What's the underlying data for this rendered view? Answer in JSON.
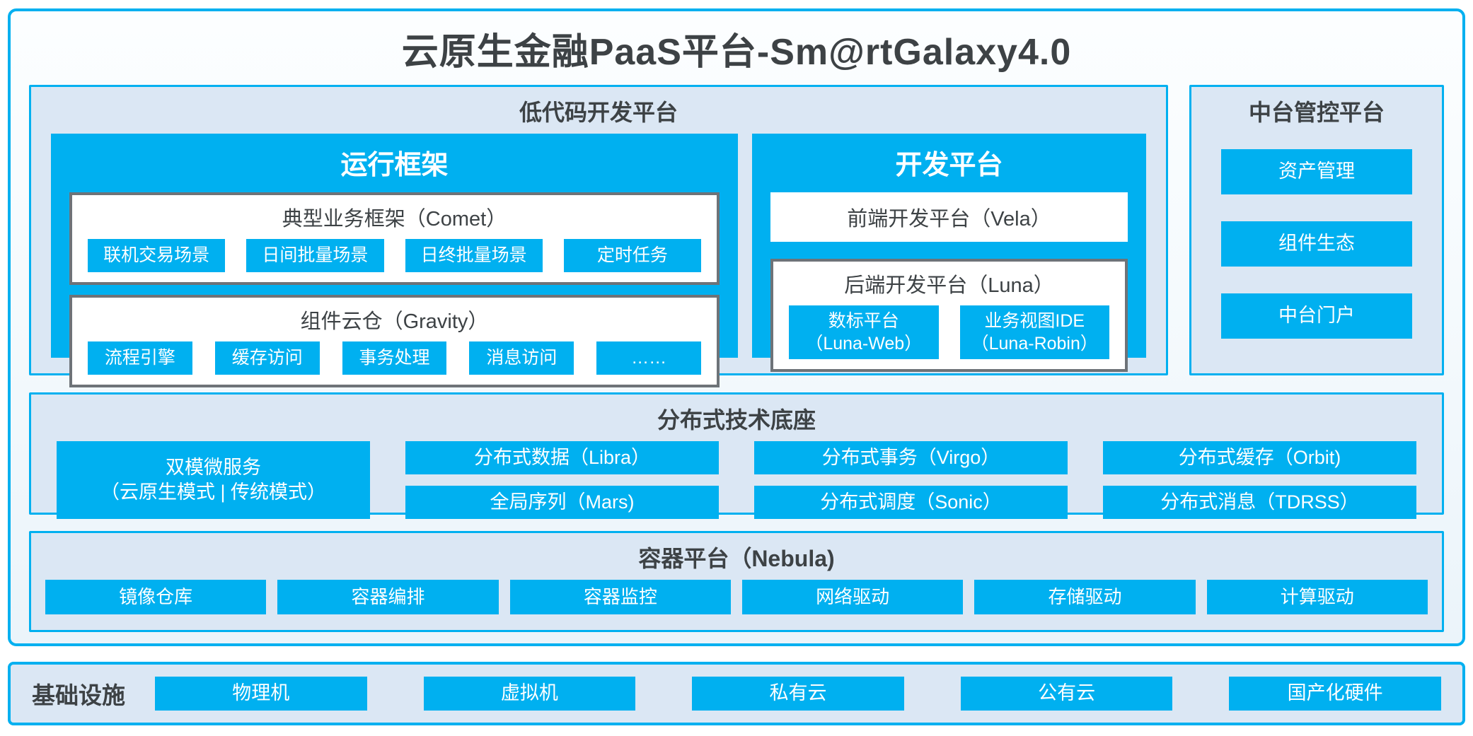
{
  "title": "云原生金融PaaS平台-Sm@rtGalaxy4.0",
  "colors": {
    "accent_blue": "#00b0f0",
    "panel_background": "#dbe7f4",
    "gray_border": "#6e7378",
    "dark_text": "#3d4245",
    "chip_text": "#ffffff"
  },
  "low_code": {
    "header": "低代码开发平台",
    "runtime": {
      "title": "运行框架",
      "comet": {
        "title": "典型业务框架（Comet）",
        "items": [
          "联机交易场景",
          "日间批量场景",
          "日终批量场景",
          "定时任务"
        ]
      },
      "gravity": {
        "title": "组件云仓（Gravity）",
        "items": [
          "流程引擎",
          "缓存访问",
          "事务处理",
          "消息访问",
          "……"
        ]
      }
    },
    "dev": {
      "title": "开发平台",
      "vela_title": "前端开发平台（Vela）",
      "luna": {
        "title": "后端开发平台（Luna）",
        "items": [
          {
            "line1": "数标平台",
            "line2": "（Luna-Web）"
          },
          {
            "line1": "业务视图IDE",
            "line2": "（Luna-Robin）"
          }
        ]
      }
    }
  },
  "mid_platform": {
    "header": "中台管控平台",
    "items": [
      "资产管理",
      "组件生态",
      "中台门户"
    ]
  },
  "distributed": {
    "header": "分布式技术底座",
    "featured": {
      "line1": "双模微服务",
      "line2": "（云原生模式 | 传统模式）"
    },
    "items": [
      "分布式数据（Libra）",
      "分布式事务（Virgo）",
      "分布式缓存（Orbit)",
      "全局序列（Mars)",
      "分布式调度（Sonic）",
      "分布式消息（TDRSS）"
    ]
  },
  "container_platform": {
    "header": "容器平台（Nebula)",
    "items": [
      "镜像仓库",
      "容器编排",
      "容器监控",
      "网络驱动",
      "存储驱动",
      "计算驱动"
    ]
  },
  "infrastructure": {
    "label": "基础设施",
    "items": [
      "物理机",
      "虚拟机",
      "私有云",
      "公有云",
      "国产化硬件"
    ]
  }
}
